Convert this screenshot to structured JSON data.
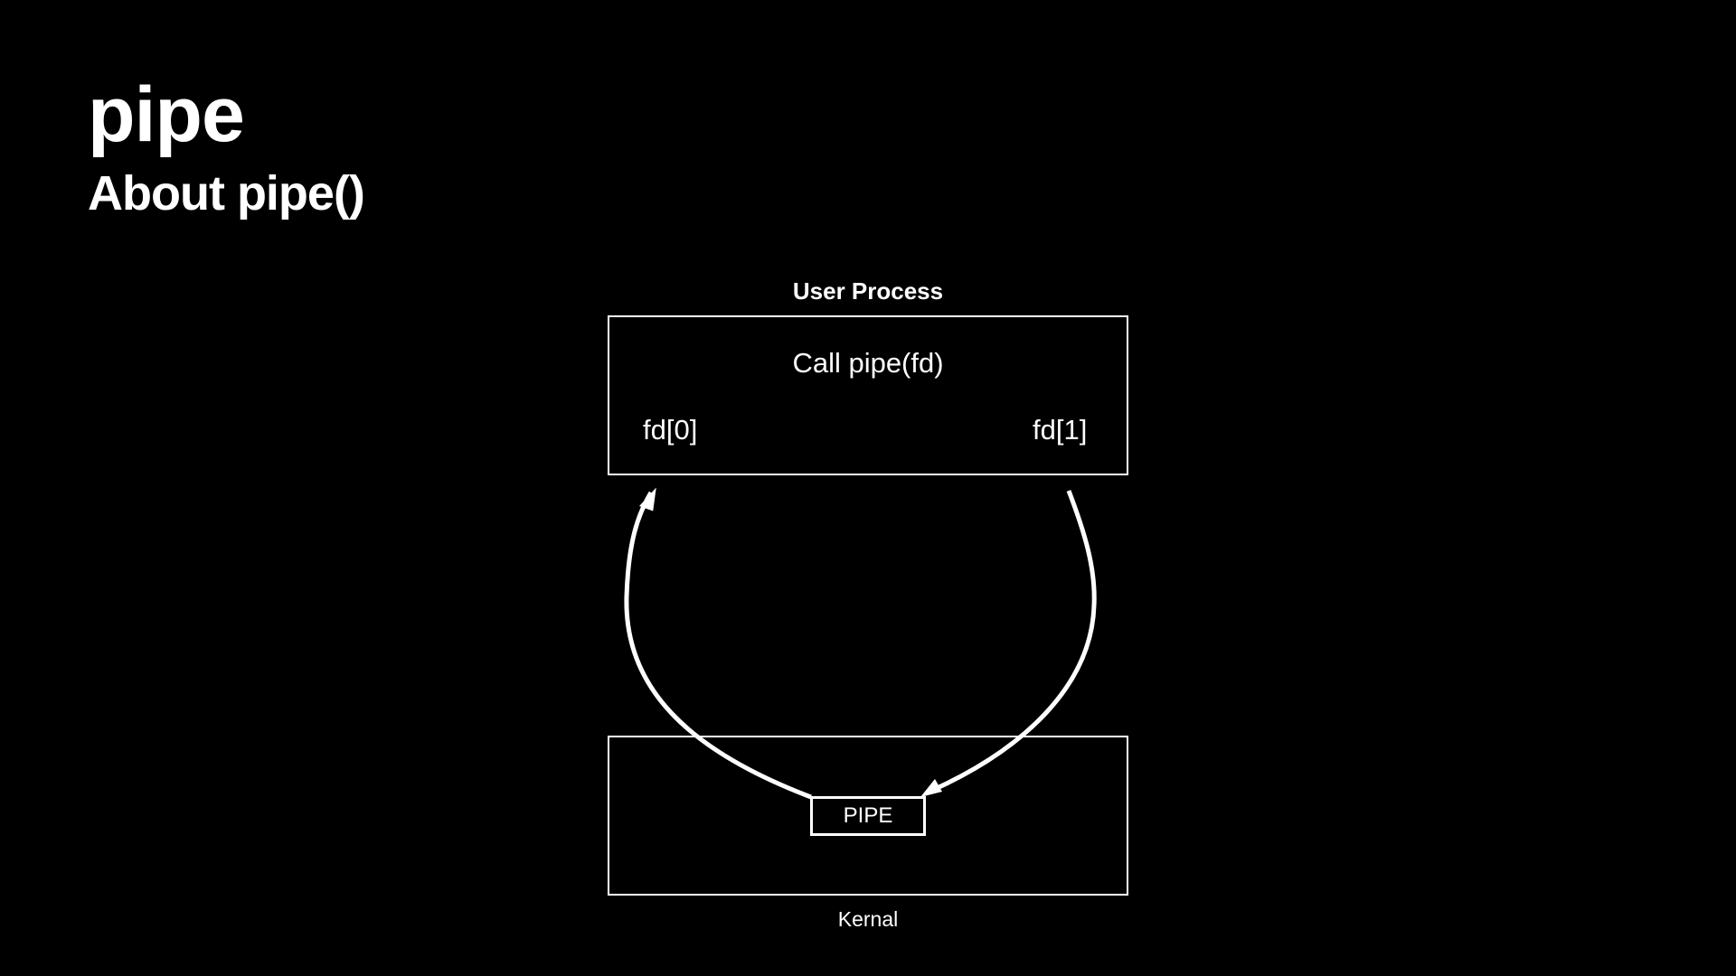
{
  "slide": {
    "title": "pipe",
    "subtitle": "About pipe()"
  },
  "diagram": {
    "user_process_label": "User Process",
    "call_text": "Call pipe(fd)",
    "fd0_text": "fd[0]",
    "fd1_text": "fd[1]",
    "pipe_text": "PIPE",
    "kernel_label": "Kernal"
  },
  "colors": {
    "background": "#000000",
    "foreground": "#ffffff"
  }
}
